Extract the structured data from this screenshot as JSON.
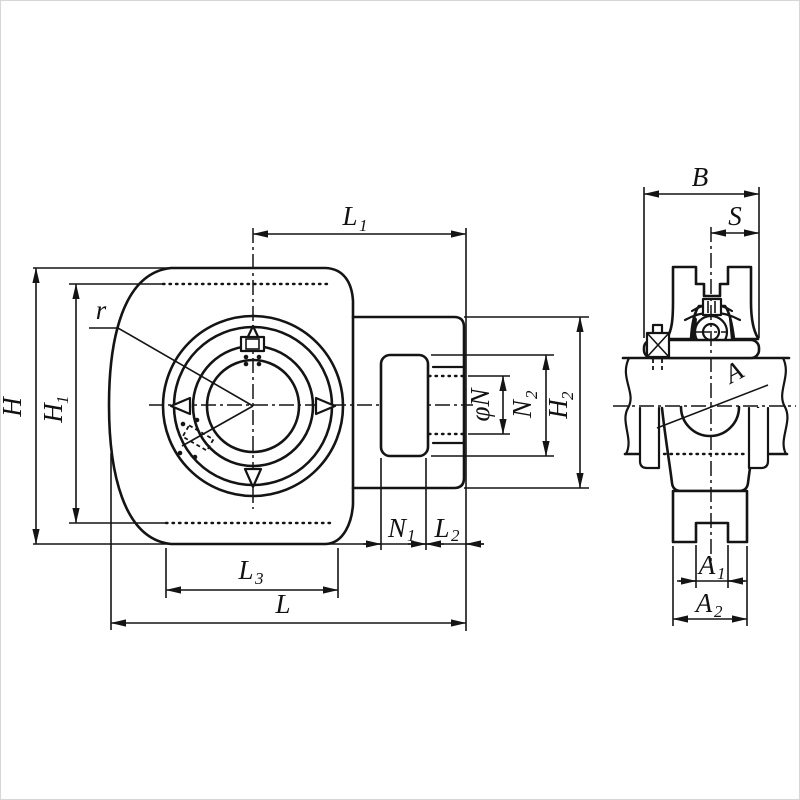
{
  "meta": {
    "title": "take-up-bearing-unit-dimension-drawing",
    "line_color": "#141414",
    "background_color": "#ffffff",
    "views": {
      "left": "front-view",
      "right": "side-view"
    }
  },
  "dims": {
    "h": {
      "main": "H",
      "sub": ""
    },
    "h1": {
      "main": "H",
      "sub": "1"
    },
    "h2": {
      "main": "H",
      "sub": "2"
    },
    "l": {
      "main": "L",
      "sub": ""
    },
    "l1": {
      "main": "L",
      "sub": "1"
    },
    "l2": {
      "main": "L",
      "sub": "2"
    },
    "l3": {
      "main": "L",
      "sub": "3"
    },
    "n1": {
      "main": "N",
      "sub": "1"
    },
    "n2": {
      "main": "N",
      "sub": "2"
    },
    "phin": {
      "main": "φN",
      "sub": ""
    },
    "r": {
      "main": "r",
      "sub": ""
    },
    "b": {
      "main": "B",
      "sub": ""
    },
    "s": {
      "main": "S",
      "sub": ""
    },
    "a": {
      "main": "A",
      "sub": ""
    },
    "a1": {
      "main": "A",
      "sub": "1"
    },
    "a2": {
      "main": "A",
      "sub": "2"
    }
  }
}
